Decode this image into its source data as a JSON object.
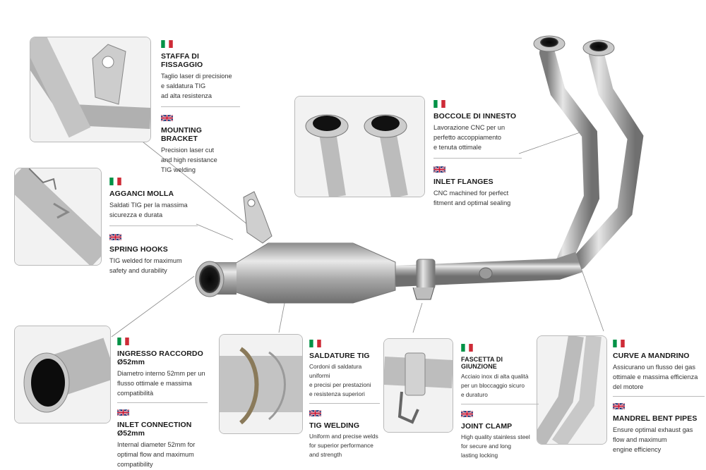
{
  "colors": {
    "it_green": "#009246",
    "it_white": "#ffffff",
    "it_red": "#ce2b37",
    "uk_blue": "#012169",
    "uk_red": "#c8102e",
    "steel": "#b8b8b8"
  },
  "icons": {
    "italian": "italian-flag-icon",
    "english": "uk-flag-icon"
  },
  "features": {
    "mounting": {
      "it_title": "STAFFA DI FISSAGGIO",
      "it_desc": "Taglio laser di precisione\ne saldatura TIG\nad alta resistenza",
      "en_title": "MOUNTING BRACKET",
      "en_desc": "Precision laser cut\nand high resistance\nTIG welding"
    },
    "spring": {
      "it_title": "AGGANCI MOLLA",
      "it_desc": "Saldati TIG per la massima\nsicurezza e durata",
      "en_title": "SPRING HOOKS",
      "en_desc": "TIG welded for maximum\nsafety and durability"
    },
    "inlet": {
      "it_title": "BOCCOLE DI INNESTO",
      "it_desc": "Lavorazione CNC per un\nperfetto accoppiamento\ne tenuta ottimale",
      "en_title": "INLET FLANGES",
      "en_desc": "CNC machined for perfect\nfitment and optimal sealing"
    },
    "connection": {
      "it_title": "INGRESSO RACCORDO Ø52mm",
      "it_desc": "Diametro interno 52mm per un\nflusso ottimale e massima\ncompatibilità",
      "en_title": "INLET CONNECTION Ø52mm",
      "en_desc": "Internal diameter 52mm for\noptimal flow and maximum\ncompatibility"
    },
    "welding": {
      "it_title": "SALDATURE TIG",
      "it_desc": "Cordoni di saldatura uniformi\ne precisi per prestazioni\ne resistenza superiori",
      "en_title": "TIG WELDING",
      "en_desc": "Uniform and precise welds\nfor superior performance\nand strength"
    },
    "clamp": {
      "it_title": "FASCETTA DI GIUNZIONE",
      "it_desc": "Acciaio inox di alta qualità\nper un bloccaggio sicuro\ne duraturo",
      "en_title": "JOINT CLAMP",
      "en_desc": "High quality stainless steel\nfor secure and long\nlasting locking"
    },
    "mandrel": {
      "it_title": "CURVE A MANDRINO",
      "it_desc": "Assicurano un flusso dei gas\nottimale e massima efficienza\ndel motore",
      "en_title": "MANDREL BENT PIPES",
      "en_desc": "Ensure optimal exhaust gas\nflow and maximum\nengine efficiency"
    }
  }
}
